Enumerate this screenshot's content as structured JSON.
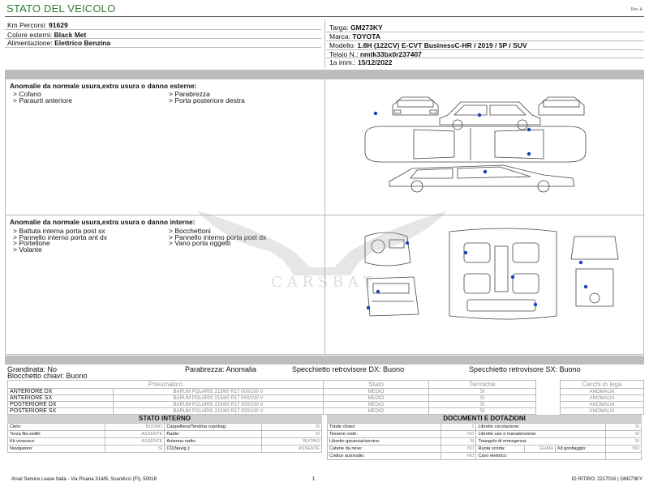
{
  "doc": {
    "title": "STATO DEL VEICOLO",
    "rev": "Rev. A"
  },
  "vehicle_left": [
    {
      "label": "Km Percorsi:",
      "value": "91629"
    },
    {
      "label": "Colore esterni:",
      "value": "Black Met"
    },
    {
      "label": "Alimentazione:",
      "value": "Elettrico Benzina"
    }
  ],
  "vehicle_right": [
    {
      "label": "Targa:",
      "value": "GM273KY"
    },
    {
      "label": "Marca:",
      "value": "TOYOTA"
    },
    {
      "label": "Modello:",
      "value": "1.8H (122CV) E-CVT BusinessC-HR / 2019 / 5P / SUV"
    },
    {
      "label": "Telaio N.:",
      "value": "nmtk33bx0r237407"
    },
    {
      "label": "1a imm.:",
      "value": "15/12/2022"
    }
  ],
  "exterior": {
    "title": "Anomalie da normale usura,extra usura o danno esterne:",
    "col1": [
      "> Cofano",
      "> Paraurti anteriore"
    ],
    "col2": [
      "> Parabrezza",
      "> Porta posteriore destra"
    ]
  },
  "interior": {
    "title": "Anomalie da normale usura,extra usura o danno interne:",
    "col1": [
      "> Battuta interna porta post sx",
      "> Pannello interno porta ant dx",
      "> Portellone",
      "> Volante"
    ],
    "col2": [
      "> Bocchettoni",
      "> Pannello interno porta post dx",
      "> Vano porta oggetti"
    ]
  },
  "notes": {
    "grandinata": "Grandinata: No",
    "parabrezza": "Parabrezza: Anomalia",
    "specchietto_dx": "Specchietto retrovisore DX: Buono",
    "specchietto_sx": "Specchietto retrovisore SX: Buono",
    "blocchetto": "Blocchetto chiavi: Buono"
  },
  "tyres": {
    "headers": [
      "Pneumatico",
      "Stato",
      "Termiche",
      "Cerchi in lega"
    ],
    "rows": [
      {
        "pos": "ANTERIORE DX",
        "model": "BARUM POLARIS 215/60 R17 000/100 V",
        "stato": "MEDIO",
        "termiche": "SI",
        "cerchi": "ANOMALIA"
      },
      {
        "pos": "ANTERIORE SX",
        "model": "BARUM POLARIS 215/60 R17 000/100 V",
        "stato": "MEDIO",
        "termiche": "SI",
        "cerchi": "ANOMALIA"
      },
      {
        "pos": "POSTERIORE DX",
        "model": "BARUM POLARIS 215/60 R17 000/100 V",
        "stato": "MEDIO",
        "termiche": "SI",
        "cerchi": "ANOMALIA"
      },
      {
        "pos": "POSTERIORE SX",
        "model": "BARUM POLARIS 215/60 R17 000/100 V",
        "stato": "MEDIO",
        "termiche": "SI",
        "cerchi": "ANOMALIA"
      }
    ]
  },
  "stato_interno": {
    "title": "STATO INTERNO",
    "rows": [
      [
        {
          "l": "Cielo:",
          "v": "BUONO"
        },
        {
          "l": "Cappelliera/Tendina copribag:",
          "v": "SI"
        }
      ],
      [
        {
          "l": "Terza fila sedili:",
          "v": "ASSENTE"
        },
        {
          "l": "Radio:",
          "v": "SI"
        }
      ],
      [
        {
          "l": "Kit vivavoce:",
          "v": "ASSENTE"
        },
        {
          "l": "Antenna radio:",
          "v": "BUONO"
        }
      ],
      [
        {
          "l": "Navigatore:",
          "v": "SI"
        },
        {
          "l": "CD(Navig.):",
          "v": "ASSENTE"
        }
      ]
    ]
  },
  "documenti": {
    "title": "DOCUMENTI E DOTAZIONI",
    "rows": [
      [
        {
          "l": "Totale chiavi:",
          "v": "1"
        },
        {
          "l": "Libretto circolazione:",
          "v": "SI"
        }
      ],
      [
        {
          "l": "Tessere code:",
          "v": "NO"
        },
        {
          "l": "Libretto uso e manutenzione:",
          "v": "SI"
        }
      ],
      [
        {
          "l": "Libretto garanzia/service:",
          "v": "SI"
        },
        {
          "l": "Triangolo di emergenza:",
          "v": "SI"
        }
      ],
      [
        {
          "l": "Catene da neve:",
          "v": "NO"
        },
        {
          "l": "Ruota scorta:",
          "v": "GUAIA"
        },
        {
          "l": "Kit gonfiaggio:",
          "v": "NO"
        }
      ],
      [
        {
          "l": "Codice autoradio:",
          "v": "NO"
        },
        {
          "l": "Cavo elettrico:",
          "v": ""
        }
      ]
    ]
  },
  "footer": {
    "company": "Arval Service Lease Italia - Via Pisana 314/B, Scandicci (FI), 50018",
    "page": "1",
    "id": "ID RITIRO: 2217016 | GM273KY"
  },
  "watermark": {
    "text": "C A R S B A T"
  },
  "colors": {
    "title": "#2e7d32",
    "section_bar": "#bdbdbd",
    "damage_marker": "#1a3fb5"
  }
}
